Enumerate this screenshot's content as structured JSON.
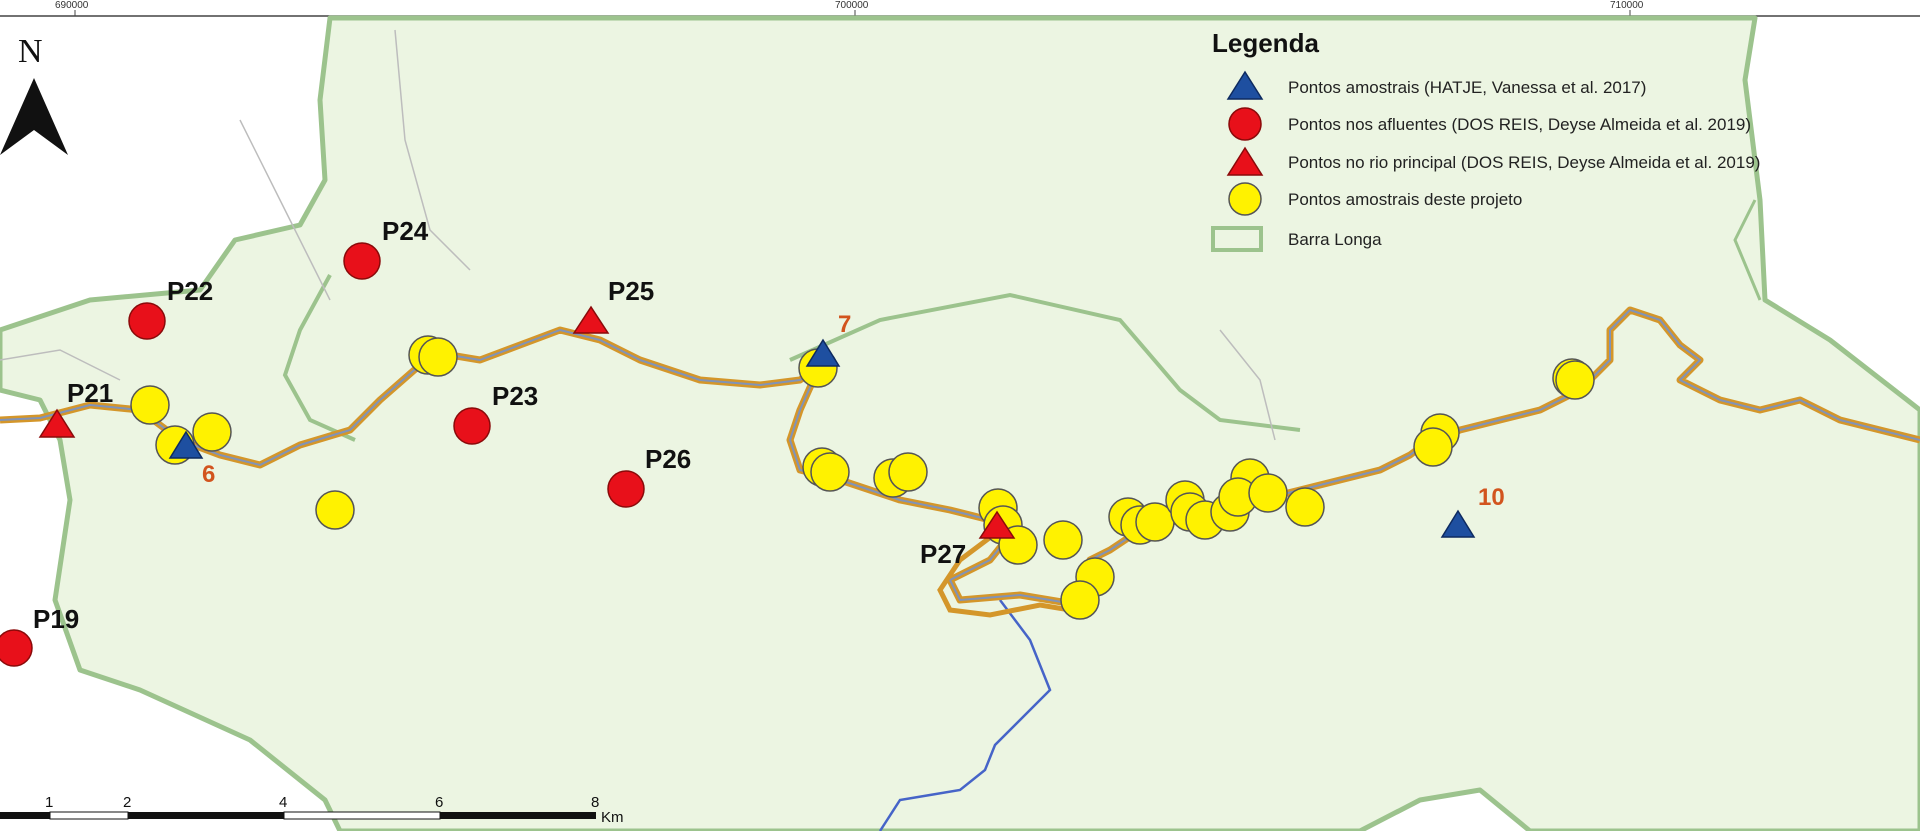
{
  "map": {
    "coordinates": [
      "690000",
      "700000",
      "710000"
    ],
    "north": "N",
    "legend": {
      "title": "Legenda",
      "items": [
        {
          "label": "Pontos amostrais (HATJE, Vanessa et al. 2017)",
          "symbol": "blue-triangle"
        },
        {
          "label": "Pontos nos afluentes (DOS REIS, Deyse Almeida et al. 2019)",
          "symbol": "red-circle"
        },
        {
          "label": "Pontos no rio principal (DOS REIS, Deyse Almeida et al. 2019)",
          "symbol": "red-triangle"
        },
        {
          "label": "Pontos amostrais deste projeto",
          "symbol": "yellow-circle"
        },
        {
          "label": "Barra Longa",
          "symbol": "green-outline-box"
        }
      ]
    },
    "labels": {
      "p19": "P19",
      "p21": "P21",
      "p22": "P22",
      "p23": "P23",
      "p24": "P24",
      "p25": "P25",
      "p26": "P26",
      "p27": "P27",
      "n6": "6",
      "n7": "7",
      "n10": "10"
    },
    "scale": {
      "ticks": [
        "1",
        "2",
        "4",
        "6",
        "8"
      ],
      "unit": "Km"
    },
    "colors": {
      "municipality_fill": "#ecf5e2",
      "municipality_border": "#9cc38d",
      "river_main": "#d4962a",
      "river_center": "#8093b8",
      "stream_blue": "#4664c8",
      "red_point": "#e8101a",
      "blue_point": "#1e4fa0",
      "yellow_point": "#fff200",
      "number_label": "#d2541e"
    }
  }
}
